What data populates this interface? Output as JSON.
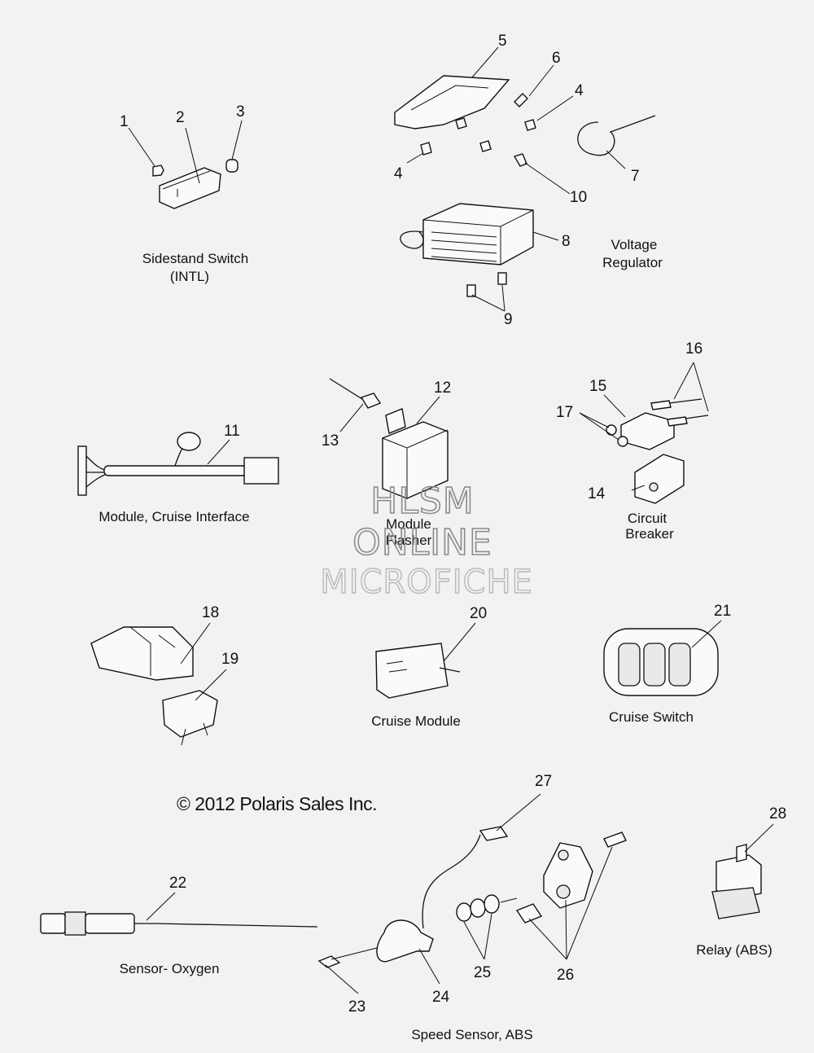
{
  "callouts": {
    "c1": "1",
    "c2": "2",
    "c3": "3",
    "c4a": "4",
    "c4b": "4",
    "c5": "5",
    "c6": "6",
    "c7": "7",
    "c8": "8",
    "c9": "9",
    "c10": "10",
    "c11": "11",
    "c12": "12",
    "c13": "13",
    "c14": "14",
    "c15": "15",
    "c16": "16",
    "c17": "17",
    "c18": "18",
    "c19": "19",
    "c20": "20",
    "c21": "21",
    "c22": "22",
    "c23": "23",
    "c24": "24",
    "c25": "25",
    "c26": "26",
    "c27": "27",
    "c28": "28"
  },
  "captions": {
    "sidestand_l1": "Sidestand Switch",
    "sidestand_l2": "(INTL)",
    "voltage_l1": "Voltage",
    "voltage_l2": "Regulator",
    "cruise_interface": "Module, Cruise Interface",
    "flasher_l1": "Module",
    "flasher_l2": "Flasher",
    "breaker_l1": "Circuit",
    "breaker_l2": "Breaker",
    "cruise_module": "Cruise Module",
    "cruise_switch": "Cruise Switch",
    "sensor_oxygen": "Sensor- Oxygen",
    "relay_abs": "Relay (ABS)",
    "speed_sensor": "Speed Sensor, ABS"
  },
  "copyright": "© 2012 Polaris Sales Inc.",
  "watermark": {
    "line1": "HLSM",
    "line2": "ONLINE",
    "line3": "MICROFICHE"
  }
}
